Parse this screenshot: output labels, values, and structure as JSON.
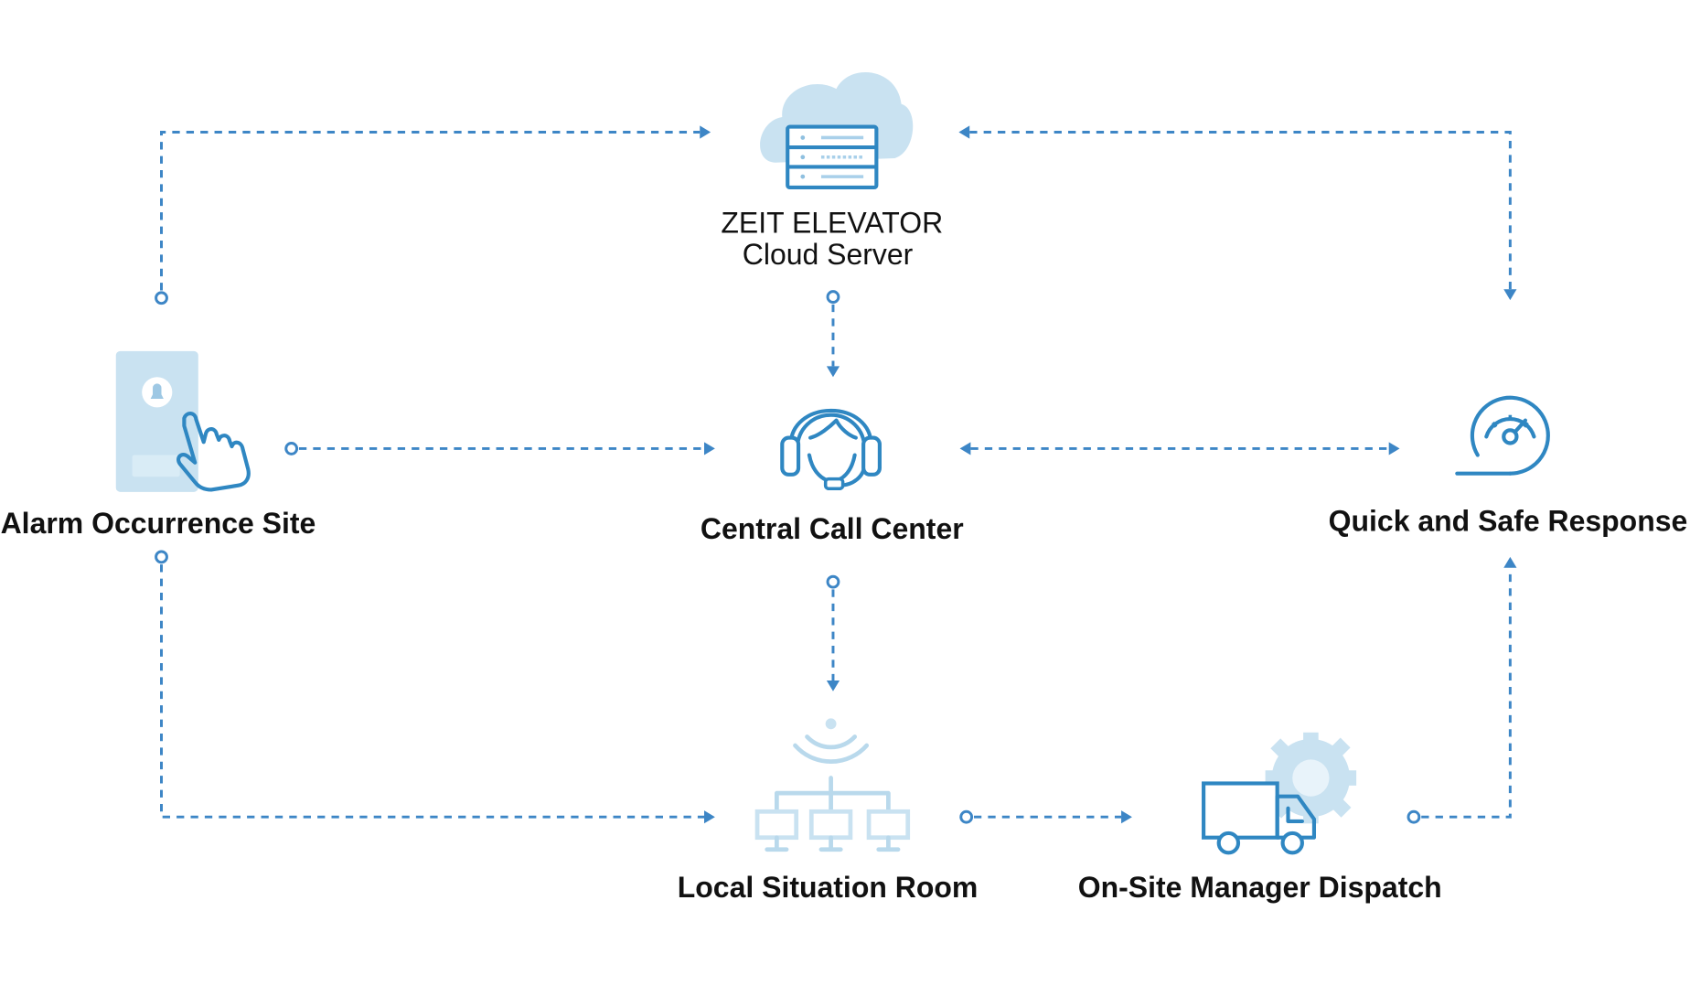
{
  "diagram": {
    "nodes": {
      "cloud_server": {
        "title": "ZEIT ELEVATOR",
        "subtitle": "Cloud Server",
        "icon": "cloud-server-icon"
      },
      "alarm_site": {
        "title": "Alarm Occurrence Site",
        "icon": "alarm-button-hand-icon"
      },
      "call_center": {
        "title": "Central Call Center",
        "icon": "headset-operator-icon"
      },
      "quick_response": {
        "title": "Quick and Safe Response",
        "icon": "speedometer-icon"
      },
      "situation_room": {
        "title": "Local Situation Room",
        "icon": "network-monitors-icon"
      },
      "manager_dispatch": {
        "title": "On-Site Manager Dispatch",
        "icon": "truck-gear-icon"
      }
    },
    "connections": [
      {
        "from": "alarm_site",
        "to": "cloud_server"
      },
      {
        "from": "quick_response",
        "to": "cloud_server",
        "bidirectional": true
      },
      {
        "from": "cloud_server",
        "to": "call_center"
      },
      {
        "from": "alarm_site",
        "to": "call_center"
      },
      {
        "from": "call_center",
        "to": "quick_response",
        "bidirectional": true
      },
      {
        "from": "call_center",
        "to": "situation_room"
      },
      {
        "from": "alarm_site",
        "to": "situation_room"
      },
      {
        "from": "situation_room",
        "to": "manager_dispatch"
      },
      {
        "from": "manager_dispatch",
        "to": "quick_response"
      }
    ],
    "colors": {
      "connector": "#3d86c6",
      "icon_primary": "#2f87c2",
      "icon_light": "#c9e2f1",
      "text": "#111111"
    }
  }
}
